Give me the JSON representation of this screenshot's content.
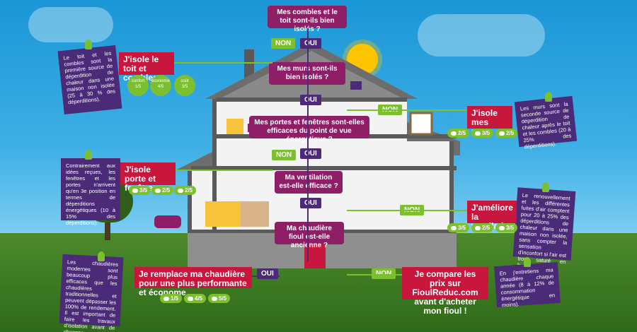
{
  "questions": {
    "q1": "Mes combles et le toit sont-ils bien isolés ?",
    "q2": "Mes murs sont-ils bien isolés ?",
    "q3": "Mes portes et fenêtres sont-elles efficaces du point de vue énergétique ?",
    "q4": "Ma ventilation est-elle efficace ?",
    "q5": "Ma chaudière fioul est-elle ancienne ?"
  },
  "answers": {
    "yes": "OUI",
    "no": "NON"
  },
  "actions": {
    "roof": "J'isole le toit et combles",
    "walls": "J'isole mes murs",
    "windows": "J'isole porte et fenêtres",
    "ventilation": "J'améliore la ventilation",
    "boiler": "Je remplace ma chaudière pour une plus performante et économe",
    "compare_line1": "Je compare les prix sur",
    "compare_site": "FioulReduc.com",
    "compare_line2": "avant d'acheter mon fioul !"
  },
  "scores": {
    "roof": {
      "confort_label": "confort",
      "confort": "1/5",
      "economie_label": "économie",
      "economie": "4/5",
      "cout_label": "coût",
      "cout": "3/5"
    },
    "walls": {
      "a": "2/5",
      "b": "3/5",
      "c": "2/5"
    },
    "windows": {
      "a": "3/5",
      "b": "2/5",
      "c": "2/5"
    },
    "ventilation": {
      "a": "3/5",
      "b": "2/5",
      "c": "3/5"
    },
    "boiler": {
      "a": "1/5",
      "b": "4/5",
      "c": "5/5"
    }
  },
  "info": {
    "roof": "Le toit et les combles sont la première source de déperdition de chaleur dans une maison non isolée (25 à 30 % des déperditions).",
    "walls": "Les murs sont la seconde source de déperdition de chaleur après le toit et les combles (20 à 25% des déperditions).",
    "windows": "Contrairement aux idées reçues, les fenêtres et les portes n'arrivent qu'en 3e position en termes de déperditions énergétiques (10 à 15% des déperditions).",
    "ventilation": "Le renouvellement et les différentes fuites d'air comptent pour 20 à 25% des déperditions de chaleur dans une maison non isolée, sans compter la sensation d'inconfort si l'air est trop saturé en humidité.",
    "boiler": "Les chaudières modernes sont beaucoup plus efficaces que les chaudières traditionnelles et peuvent dépasser les 100% de rendement. Il est important de faire les travaux d'isolation avant de changer de chaudière.",
    "maintenance": "En j'entretiens ma chaudière chaque année (8 à 12% de consommation énergétique en moins)."
  },
  "colors": {
    "question": "#8e1f66",
    "yes": "#4b2a77",
    "no": "#7cbf2f",
    "action": "#c8163d",
    "info": "#4b2a77"
  }
}
